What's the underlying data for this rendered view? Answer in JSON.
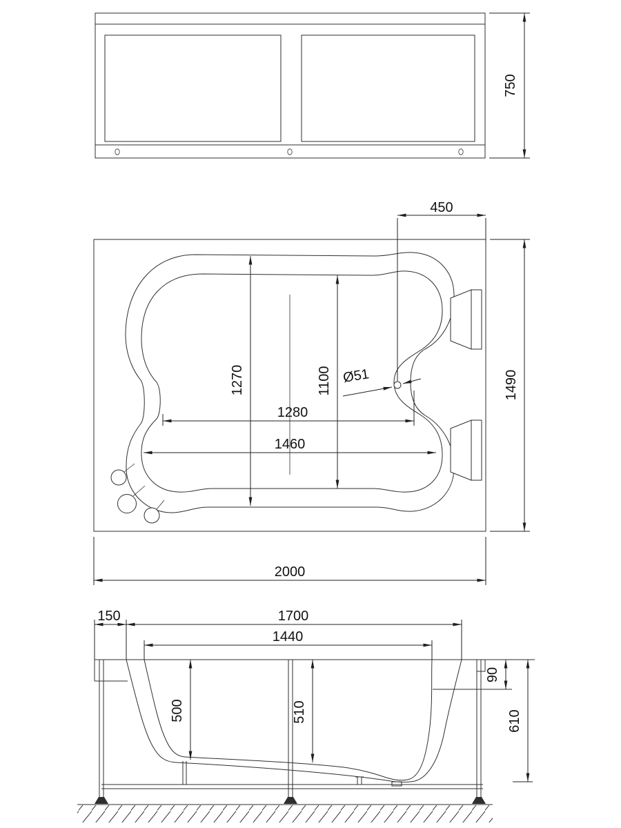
{
  "drawing": {
    "background": "#ffffff",
    "line_color": "#2e2e2e",
    "text_color": "#111111",
    "front_view": {
      "height_dim": "750"
    },
    "plan_view": {
      "drain_offset_dim": "450",
      "overall_depth_dim": "1490",
      "outer_width_dim": "1270",
      "inner_width_dim": "1100",
      "inner_length_upper_dim": "1280",
      "inner_length_lower_dim": "1460",
      "overall_length_dim": "2000",
      "drain_diameter_label": "Ø51"
    },
    "side_view": {
      "end_offset_dim": "150",
      "shell_length_dim": "1700",
      "opening_length_dim": "1440",
      "depth_left_dim": "500",
      "depth_right_dim": "510",
      "rim_to_ledge_dim": "90",
      "total_height_dim": "610"
    }
  }
}
